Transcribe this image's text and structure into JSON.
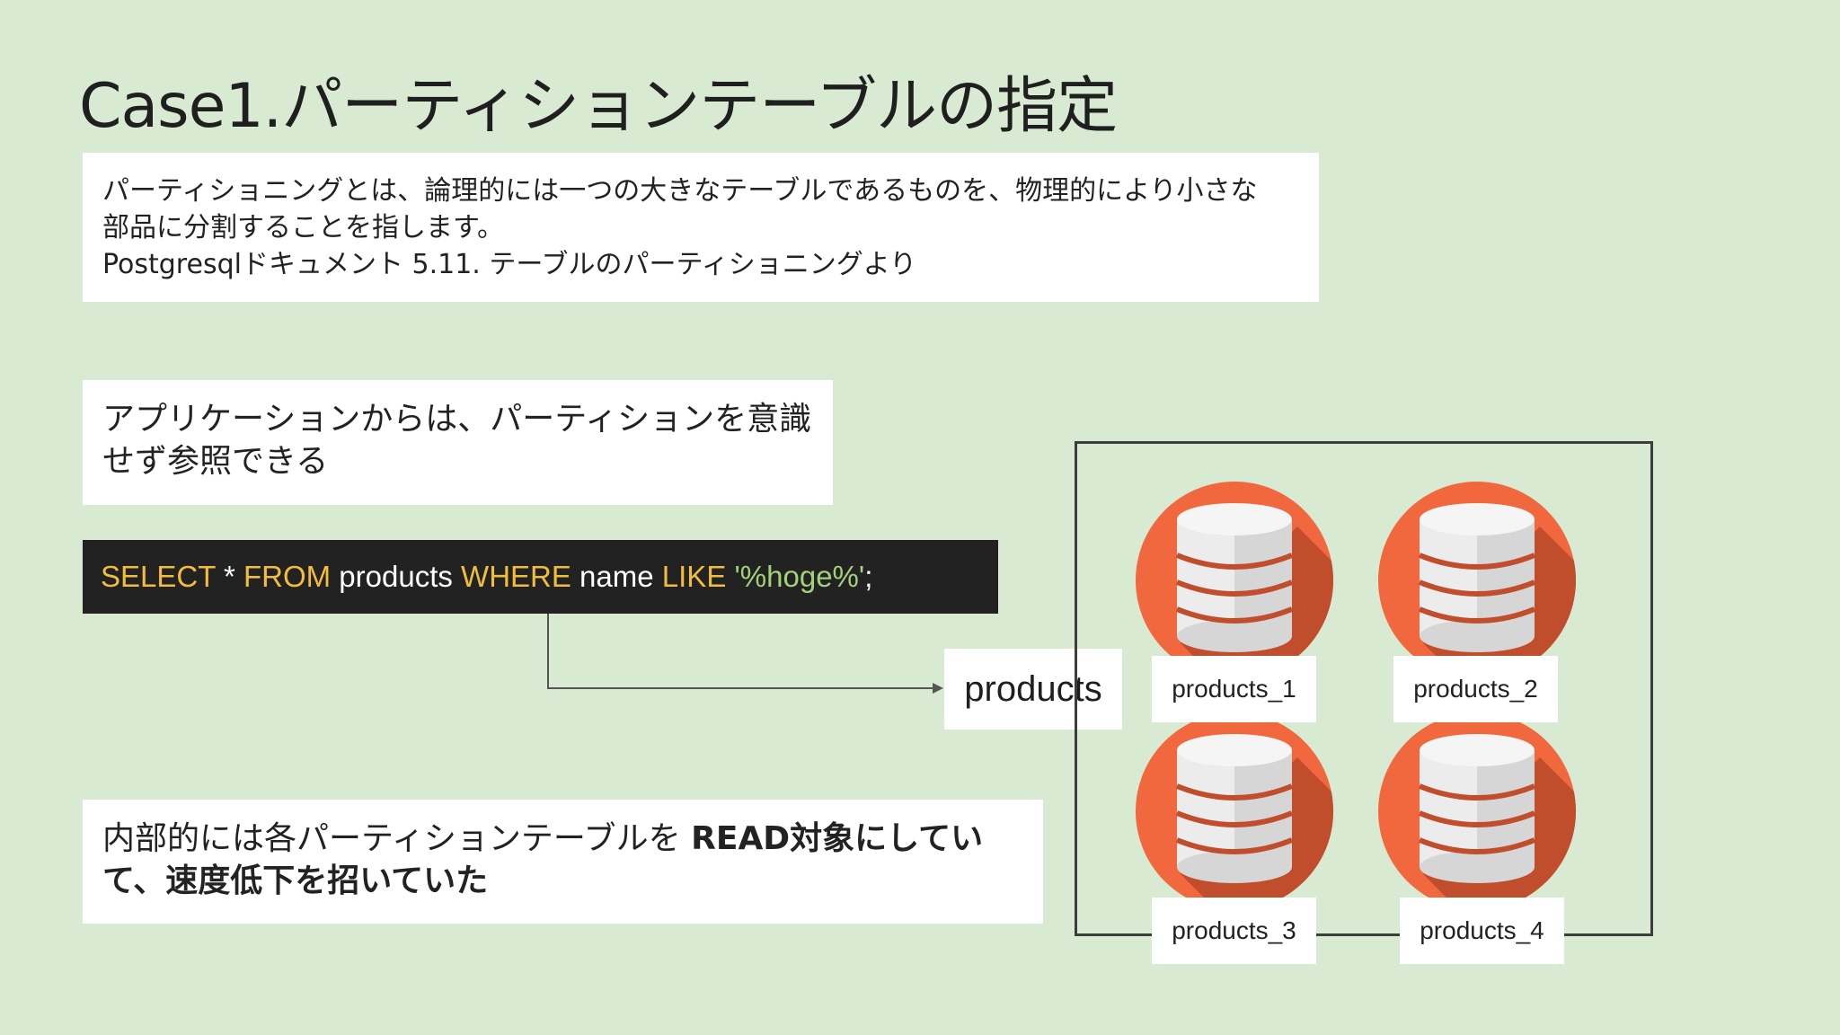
{
  "slide": {
    "title": "Case1.パーティションテーブルの指定",
    "quote": {
      "line1": "パーティショニングとは、論理的には一つの大きなテーブルであるものを、物理的により小さな",
      "line2": "部品に分割することを指します。",
      "line3": "Postgresqlドキュメント 5.11. テーブルのパーティショニングより"
    },
    "app_note": {
      "line1": "アプリケーションからは、パーティションを意識",
      "line2": "せず参照できる"
    },
    "sql": {
      "select": "SELECT",
      "star": " * ",
      "from": "FROM",
      "table": " products ",
      "where": "WHERE",
      "column": " name ",
      "like": "LIKE",
      "pattern": " '%hoge%'",
      "semicolon": ";"
    },
    "parent_table": "products",
    "partitions": [
      "products_1",
      "products_2",
      "products_3",
      "products_4"
    ],
    "internal_note": {
      "plain": "内部的には各パーティションテーブルを ",
      "bold1": "READ対象にしてい",
      "bold2": "て、速度低下を招いていた"
    },
    "colors": {
      "background": "#d9ead3",
      "db_circle": "#f2683e",
      "db_shadow": "#c04e2c",
      "sql_keyword": "#f3bd3c",
      "sql_string": "#a3d07a"
    },
    "icons": [
      "database-icon"
    ]
  }
}
